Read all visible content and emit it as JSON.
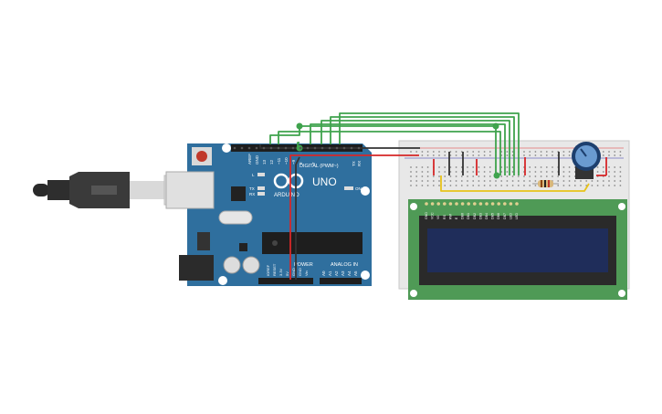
{
  "board": {
    "brand": "ARDUINO",
    "model": "UNO",
    "digital_header": "DIGITAL (PWM~)",
    "power_header": "POWER",
    "analog_header": "ANALOG IN",
    "aref": "AREF",
    "gnd": "GND",
    "pin13": "13",
    "pin12": "12",
    "pin11": "~11",
    "pin10": "~10",
    "pin9": "~9",
    "pin8": "8",
    "pin7": "7",
    "tx_pin": "TX",
    "rx_pin": "RX",
    "led_l": "L",
    "led_tx": "TX",
    "led_rx": "RX",
    "on_label": "ON",
    "a0": "A0",
    "a1": "A1",
    "a2": "A2",
    "a3": "A3",
    "a4": "A4",
    "a5": "A5",
    "ioref": "IOREF",
    "reset": "RESET",
    "v33": "3.3V",
    "v5": "5V",
    "gnd1": "GND",
    "gnd2": "GND",
    "vin": "Vin"
  },
  "lcd": {
    "pins": [
      "GND",
      "VCC",
      "V0",
      "RS",
      "RW",
      "E",
      "DB0",
      "DB1",
      "DB2",
      "DB3",
      "DB4",
      "DB5",
      "DB6",
      "DB7",
      "LED",
      "LED"
    ]
  },
  "colors": {
    "board_blue": "#2f6f9e",
    "wire_green": "#3fa34d",
    "wire_red": "#d62728",
    "wire_black": "#333333",
    "wire_yellow": "#e8c31a",
    "lcd_green": "#4f9a56",
    "lcd_screen": "#1f2d5a"
  },
  "icons": [
    "usb-cable-icon",
    "potentiometer-icon",
    "resistor-icon",
    "reset-button-icon",
    "infinity-logo-icon"
  ]
}
